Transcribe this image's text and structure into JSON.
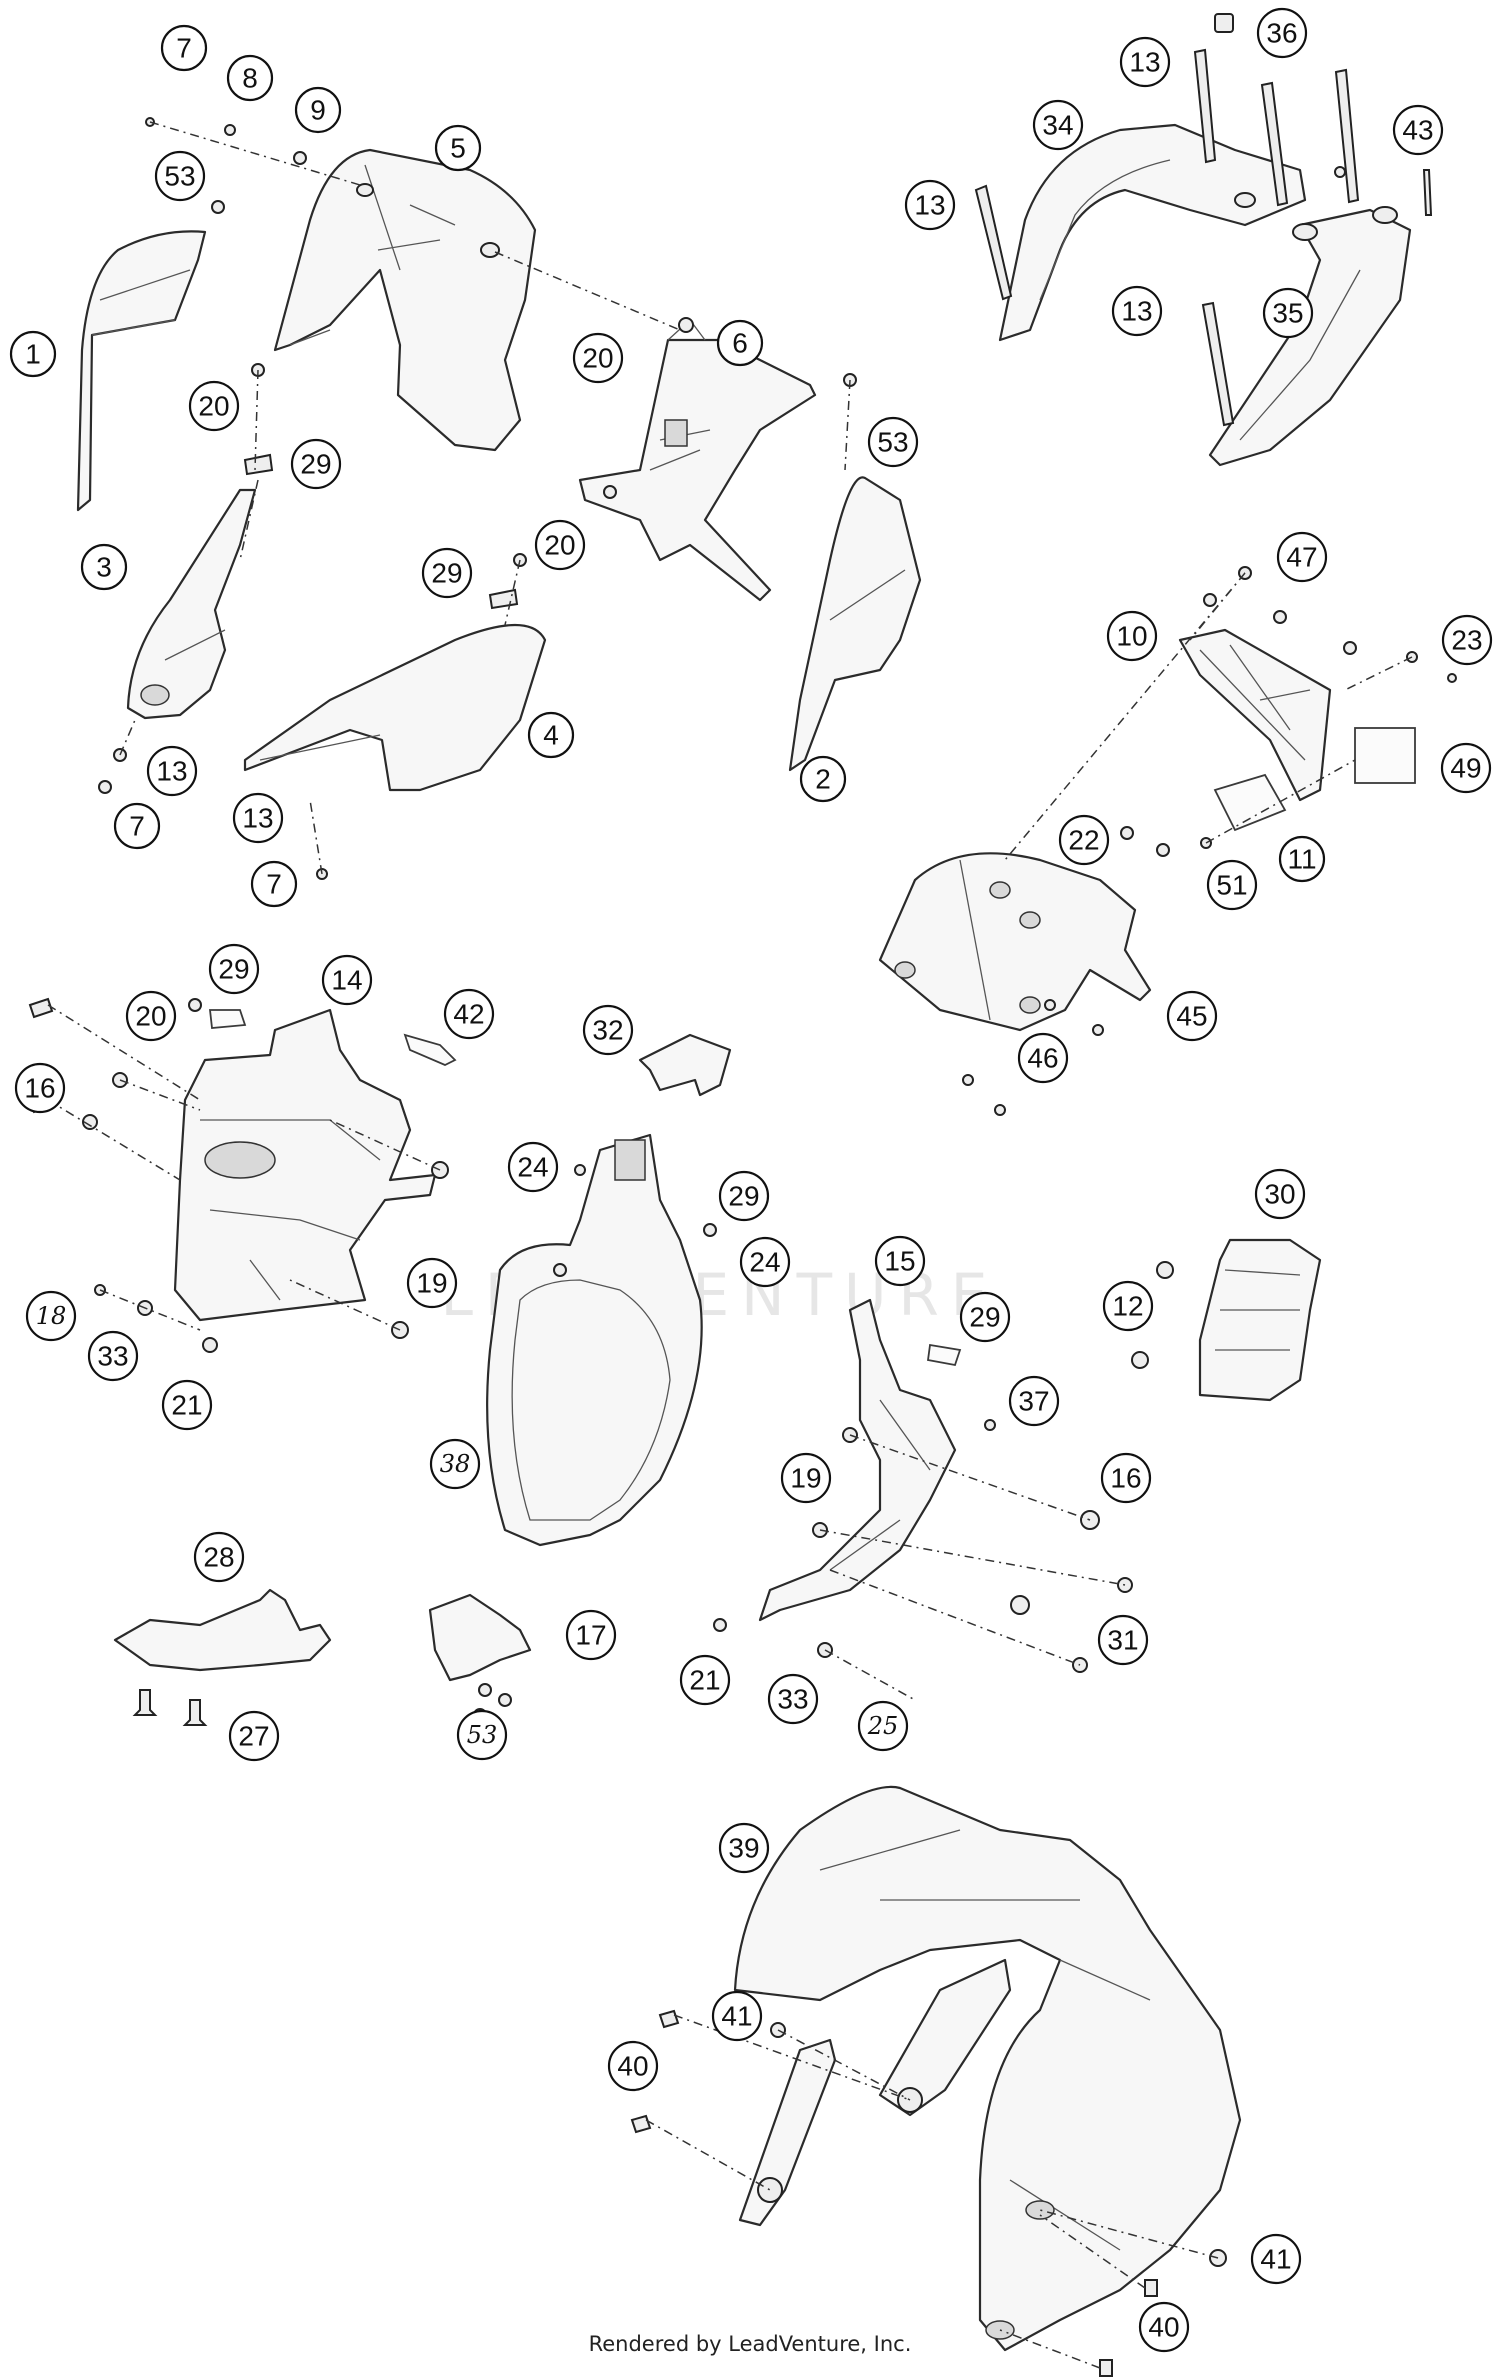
{
  "footer": {
    "text": "Rendered by LeadVenture, Inc."
  },
  "watermark": {
    "text": "LEADVENTURE"
  },
  "callouts": [
    {
      "id": "c-7a",
      "label": "7"
    },
    {
      "id": "c-8",
      "label": "8"
    },
    {
      "id": "c-9",
      "label": "9"
    },
    {
      "id": "c-5",
      "label": "5"
    },
    {
      "id": "c-53a",
      "label": "53"
    },
    {
      "id": "c-1",
      "label": "1"
    },
    {
      "id": "c-6",
      "label": "6"
    },
    {
      "id": "c-20a",
      "label": "20"
    },
    {
      "id": "c-53b",
      "label": "53"
    },
    {
      "id": "c-20b",
      "label": "20"
    },
    {
      "id": "c-29a",
      "label": "29"
    },
    {
      "id": "c-3",
      "label": "3"
    },
    {
      "id": "c-29b",
      "label": "29"
    },
    {
      "id": "c-20c",
      "label": "20"
    },
    {
      "id": "c-4",
      "label": "4"
    },
    {
      "id": "c-2",
      "label": "2"
    },
    {
      "id": "c-13a",
      "label": "13"
    },
    {
      "id": "c-7b",
      "label": "7"
    },
    {
      "id": "c-13b",
      "label": "13"
    },
    {
      "id": "c-7c",
      "label": "7"
    },
    {
      "id": "c-13c",
      "label": "13"
    },
    {
      "id": "c-36",
      "label": "36"
    },
    {
      "id": "c-34",
      "label": "34"
    },
    {
      "id": "c-43",
      "label": "43"
    },
    {
      "id": "c-13d",
      "label": "13"
    },
    {
      "id": "c-13e",
      "label": "13"
    },
    {
      "id": "c-35",
      "label": "35"
    },
    {
      "id": "c-47",
      "label": "47"
    },
    {
      "id": "c-10",
      "label": "10"
    },
    {
      "id": "c-23",
      "label": "23"
    },
    {
      "id": "c-49",
      "label": "49"
    },
    {
      "id": "c-22",
      "label": "22"
    },
    {
      "id": "c-11",
      "label": "11"
    },
    {
      "id": "c-51",
      "label": "51"
    },
    {
      "id": "c-45",
      "label": "45"
    },
    {
      "id": "c-46",
      "label": "46"
    },
    {
      "id": "c-29c",
      "label": "29"
    },
    {
      "id": "c-14",
      "label": "14"
    },
    {
      "id": "c-42",
      "label": "42"
    },
    {
      "id": "c-20d",
      "label": "20"
    },
    {
      "id": "c-16a",
      "label": "16"
    },
    {
      "id": "c-32",
      "label": "32"
    },
    {
      "id": "c-24a",
      "label": "24"
    },
    {
      "id": "c-29d",
      "label": "29"
    },
    {
      "id": "c-24b",
      "label": "24"
    },
    {
      "id": "c-19a",
      "label": "19"
    },
    {
      "id": "c-18",
      "label": "18"
    },
    {
      "id": "c-33a",
      "label": "33"
    },
    {
      "id": "c-21a",
      "label": "21"
    },
    {
      "id": "c-15",
      "label": "15"
    },
    {
      "id": "c-29e",
      "label": "29"
    },
    {
      "id": "c-30",
      "label": "30"
    },
    {
      "id": "c-12",
      "label": "12"
    },
    {
      "id": "c-37",
      "label": "37"
    },
    {
      "id": "c-38",
      "label": "38"
    },
    {
      "id": "c-19b",
      "label": "19"
    },
    {
      "id": "c-16b",
      "label": "16"
    },
    {
      "id": "c-31",
      "label": "31"
    },
    {
      "id": "c-28",
      "label": "28"
    },
    {
      "id": "c-17",
      "label": "17"
    },
    {
      "id": "c-27",
      "label": "27"
    },
    {
      "id": "c-53c",
      "label": "53"
    },
    {
      "id": "c-21b",
      "label": "21"
    },
    {
      "id": "c-33b",
      "label": "33"
    },
    {
      "id": "c-25",
      "label": "25"
    },
    {
      "id": "c-39",
      "label": "39"
    },
    {
      "id": "c-41a",
      "label": "41"
    },
    {
      "id": "c-40a",
      "label": "40"
    },
    {
      "id": "c-41b",
      "label": "41"
    },
    {
      "id": "c-40b",
      "label": "40"
    }
  ]
}
